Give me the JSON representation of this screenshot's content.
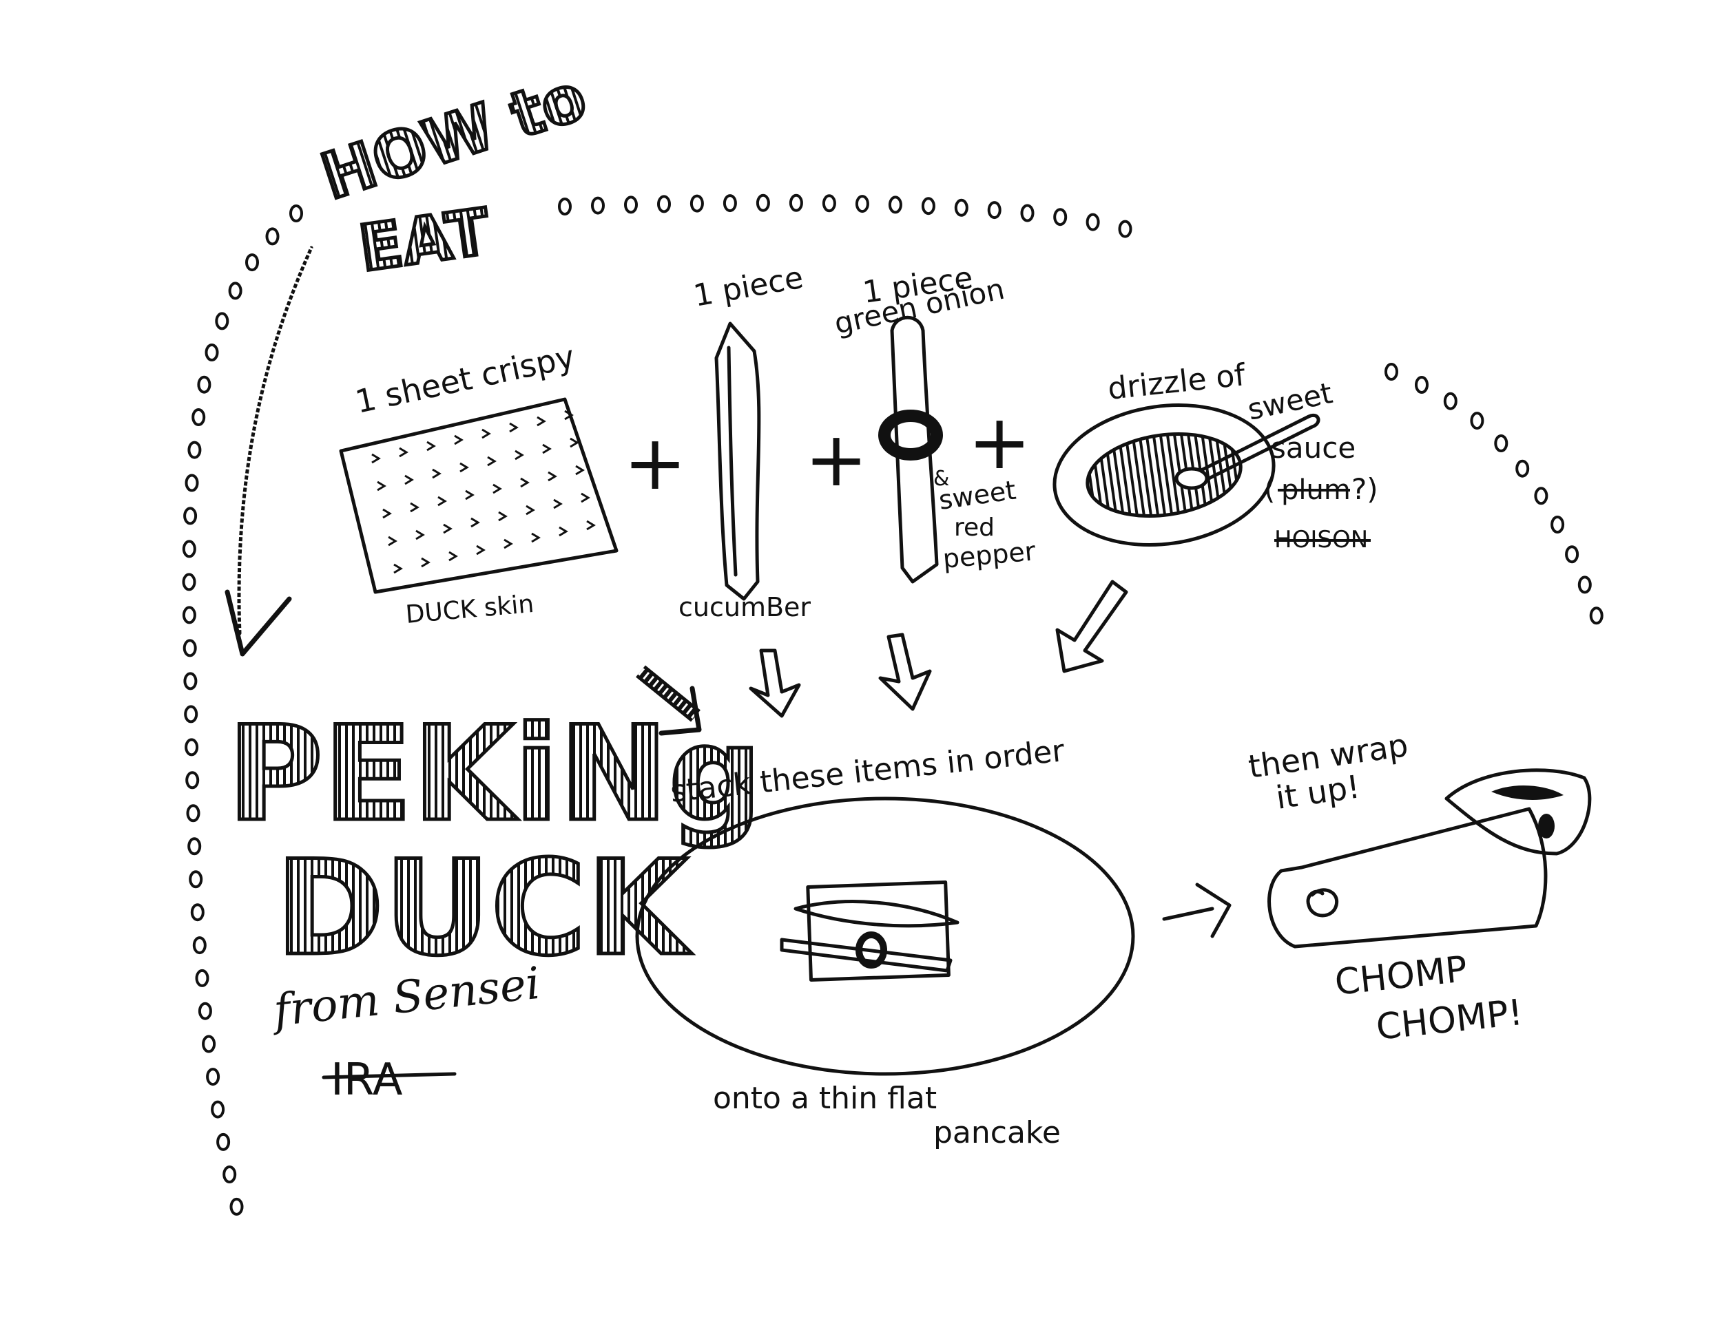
{
  "header": {
    "line1": "HOW to",
    "line2": "EAT"
  },
  "title": {
    "line1": "PEKiNg",
    "line2": "DUCK",
    "byline": "from Sensei",
    "author": "IRA"
  },
  "ingredients": {
    "duck": {
      "top_label": "1 sheet crispy",
      "bottom_label": "DUCK skin"
    },
    "cucumber": {
      "top_label": "1 piece",
      "bottom_label": "cucumBer"
    },
    "onion": {
      "top_label_1": "1 piece",
      "top_label_2": "green onion",
      "side_label_1": "&",
      "side_label_2": "sweet",
      "side_label_3": "red",
      "side_label_4": "pepper"
    },
    "sauce": {
      "line1": "drizzle of",
      "line2": "sweet",
      "line3": "sauce",
      "line4_open": "(",
      "line4_struck": "plum",
      "line4_close": "?)",
      "line5_struck": "HOISON"
    },
    "plus_sign": "+"
  },
  "steps": {
    "stack_label": "stack these items in order",
    "pancake_label_1": "onto a thin flat",
    "pancake_label_2": "pancake",
    "wrap_label_1": "then wrap",
    "wrap_label_2": "it up!",
    "chomp_1": "CHOMP",
    "chomp_2": "CHOMP!"
  },
  "colors": {
    "ink": "#111111",
    "paper": "#ffffff"
  }
}
